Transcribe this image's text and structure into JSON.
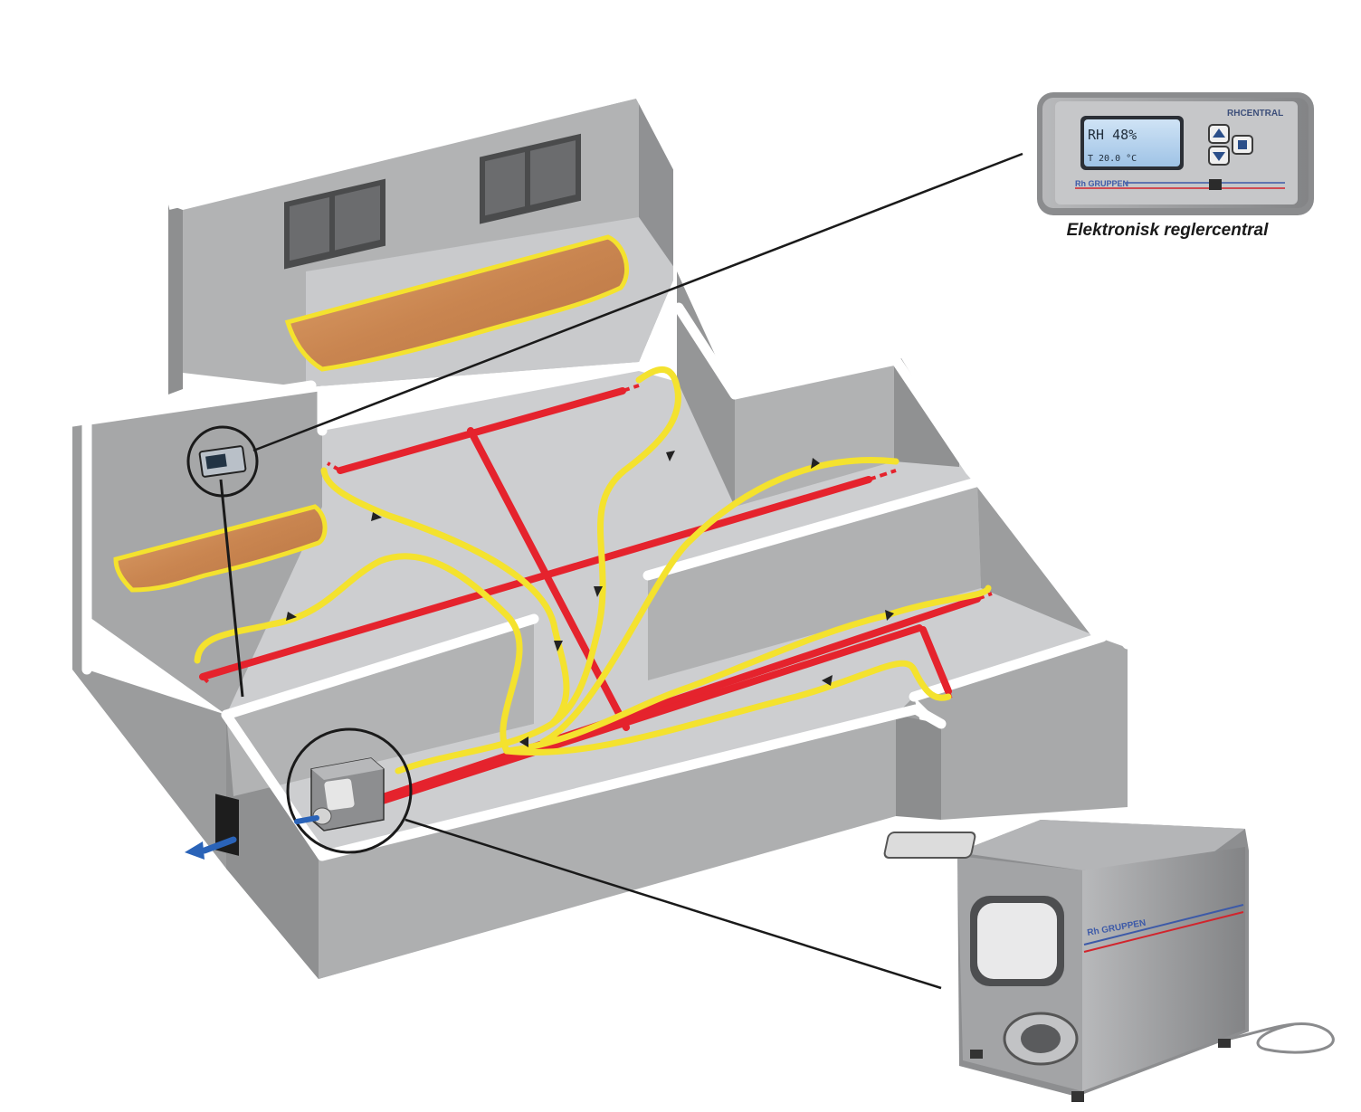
{
  "diagram": {
    "controller": {
      "caption": "Elektronisk reglercentral",
      "display_line1": "RH 48%",
      "display_line2": "T 20.0 °C",
      "brand_label": "Rh GRUPPEN",
      "model_label": "RHCENTRAL"
    },
    "dehumidifier": {
      "brand_label": "Rh GRUPPEN"
    },
    "colors": {
      "wall": "#a9aaab",
      "wall_light": "#c8c9ca",
      "wall_dark": "#8f9091",
      "floor": "#cfd0d2",
      "wall_top": "#ffffff",
      "supply_duct": "#e5232d",
      "return_flex": "#f4e22e",
      "wood": "#d2915a",
      "outlet_arrow": "#2a63b8",
      "callout_line": "#1a1a1a"
    },
    "icons": {
      "pointer": "callout-line",
      "airflow": "arrow-icon"
    }
  }
}
